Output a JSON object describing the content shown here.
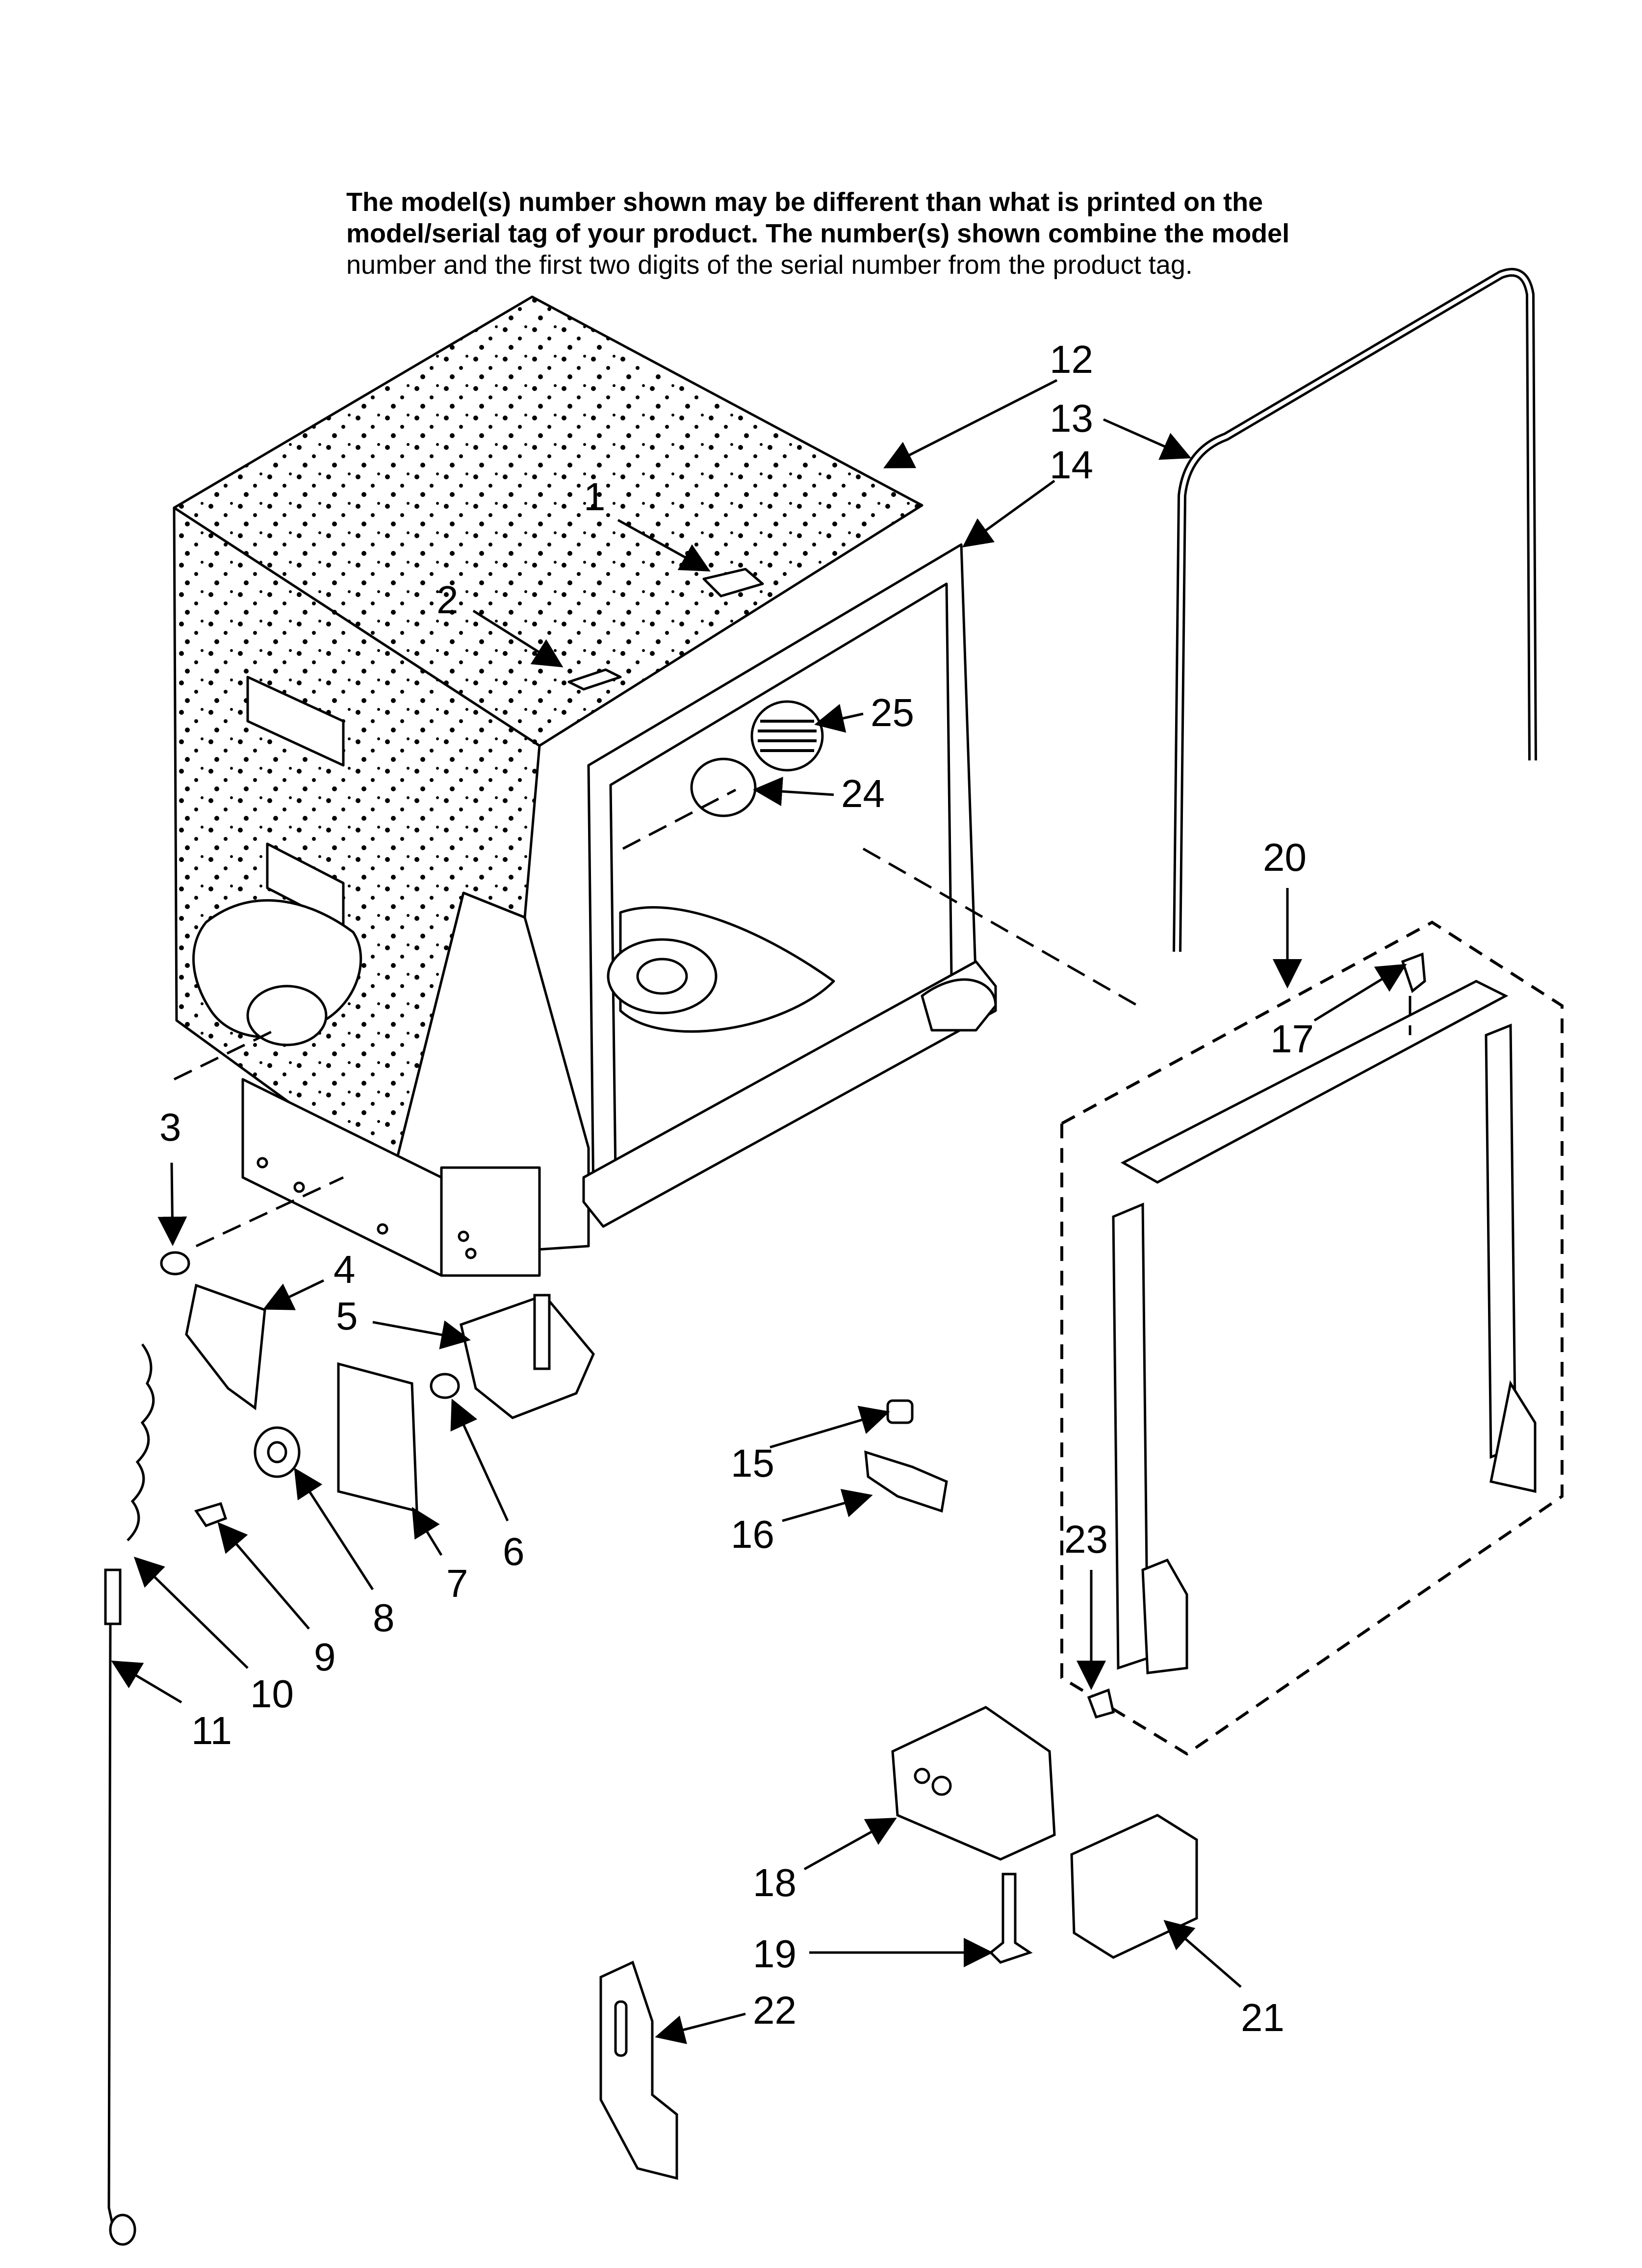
{
  "notice": {
    "line1": "The model(s) number shown may be different than what is printed on the",
    "line2": "model/serial tag of your product. The number(s) shown combine the model",
    "line3": "number and the first two digits of the serial number from the product tag."
  },
  "callouts": [
    {
      "id": "1",
      "text": "1"
    },
    {
      "id": "2",
      "text": "2"
    },
    {
      "id": "3",
      "text": "3"
    },
    {
      "id": "4",
      "text": "4"
    },
    {
      "id": "5",
      "text": "5"
    },
    {
      "id": "6",
      "text": "6"
    },
    {
      "id": "7",
      "text": "7"
    },
    {
      "id": "8",
      "text": "8"
    },
    {
      "id": "9",
      "text": "9"
    },
    {
      "id": "10",
      "text": "10"
    },
    {
      "id": "11",
      "text": "11"
    },
    {
      "id": "12",
      "text": "12"
    },
    {
      "id": "13",
      "text": "13"
    },
    {
      "id": "14",
      "text": "14"
    },
    {
      "id": "15",
      "text": "15"
    },
    {
      "id": "16",
      "text": "16"
    },
    {
      "id": "17",
      "text": "17"
    },
    {
      "id": "18",
      "text": "18"
    },
    {
      "id": "19",
      "text": "19"
    },
    {
      "id": "20",
      "text": "20"
    },
    {
      "id": "21",
      "text": "21"
    },
    {
      "id": "22",
      "text": "22"
    },
    {
      "id": "23",
      "text": "23"
    },
    {
      "id": "24",
      "text": "24"
    },
    {
      "id": "25",
      "text": "25"
    }
  ],
  "colors": {
    "line": "#000000",
    "background": "#ffffff",
    "part_fill": "#ffffff",
    "shade": "#d9d9d9"
  }
}
